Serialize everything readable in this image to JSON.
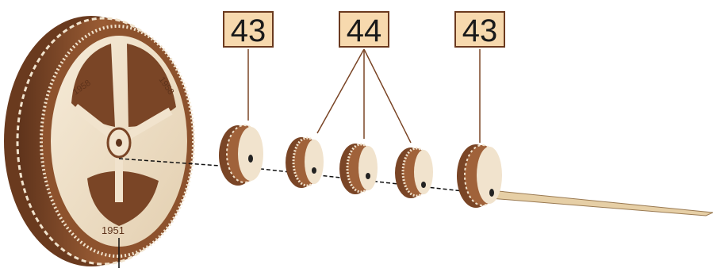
{
  "labels": {
    "left": "43",
    "middle": "44",
    "right": "43"
  },
  "colors": {
    "wood_dark": "#7a4526",
    "wood_mid": "#a0623a",
    "wood_light": "#f1e3cd",
    "label_fill": "#f7d9ae",
    "leader": "#7a4526",
    "stick": "#e6cfa6"
  },
  "wheel_markings": [
    "1958",
    "1958",
    "1951"
  ]
}
